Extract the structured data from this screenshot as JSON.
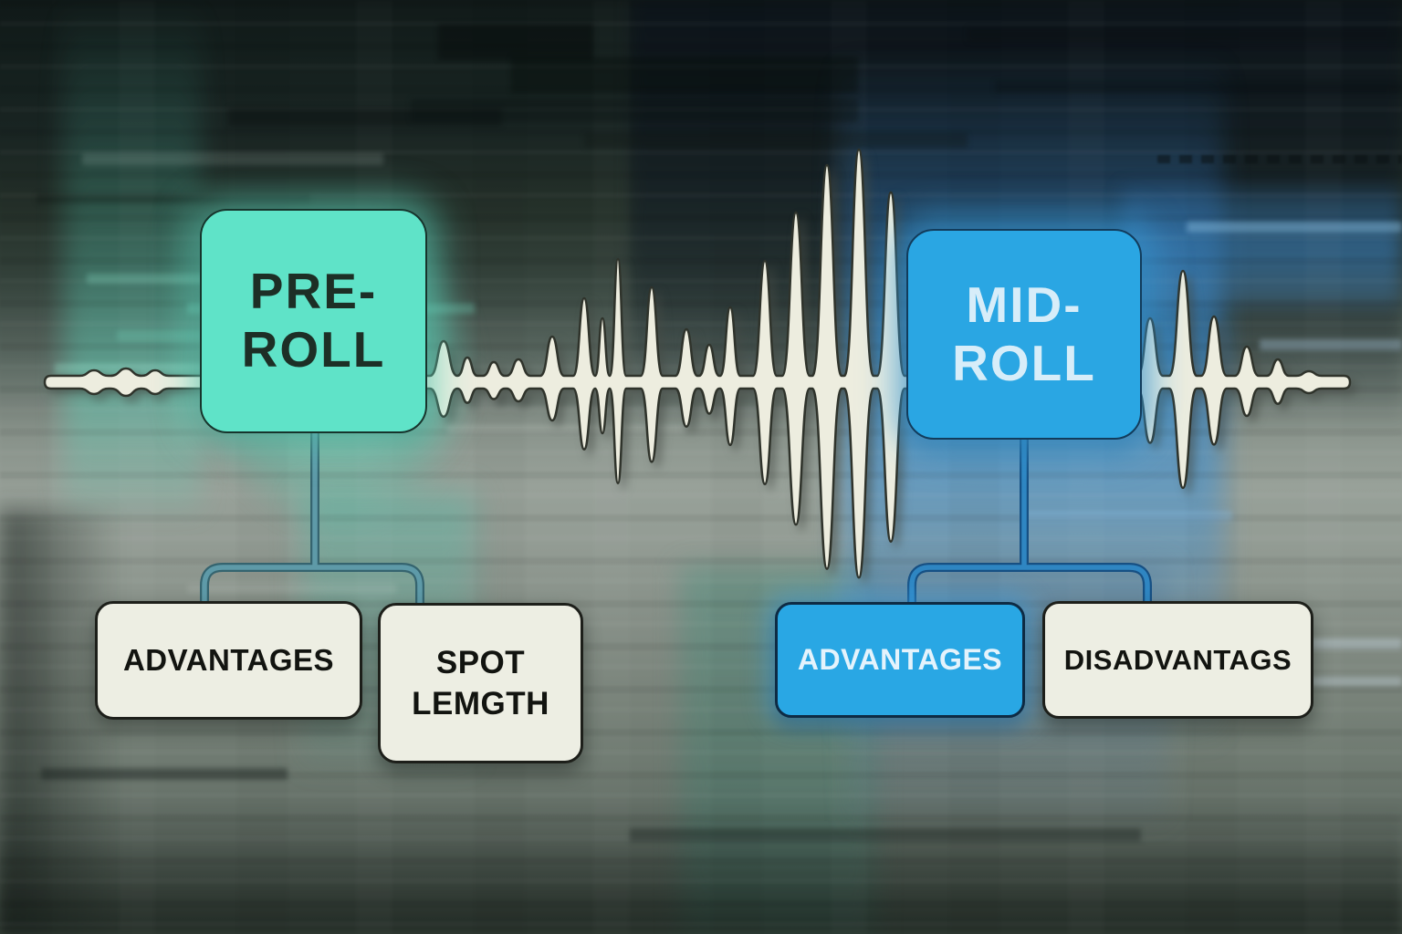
{
  "title": "Pre-roll vs mid-roll audio advertising diagram",
  "nodes": {
    "pre_roll": {
      "line1": "PRE-",
      "line2": "ROLL"
    },
    "pre_advantages": {
      "label": "ADVANTAGES"
    },
    "spot_length": {
      "line1": "SPOT",
      "line2": "LEMGTH"
    },
    "mid_roll": {
      "line1": "MID-",
      "line2": "ROLL"
    },
    "mid_advantages": {
      "label": "ADVANTAGES"
    },
    "mid_disadvantages": {
      "label": "DISADVANTAGS"
    }
  },
  "colors": {
    "pre_roll_fill": "#5fe3c8",
    "pre_roll_text": "#1d2f26",
    "mid_roll_fill": "#2aa6e3",
    "mid_roll_text": "#d7edf9",
    "cream_fill": "#edeee3",
    "dark_text": "#121410",
    "blue_fill": "#29a7e4",
    "blue_text": "#e4f3fc",
    "waveform_fill": "#ededdf",
    "waveform_outline": "#2f332b",
    "connector_left": "#5e9aa8",
    "connector_left_edge": "#35646f",
    "connector_right": "#2f86c2",
    "connector_right_edge": "#175083"
  }
}
